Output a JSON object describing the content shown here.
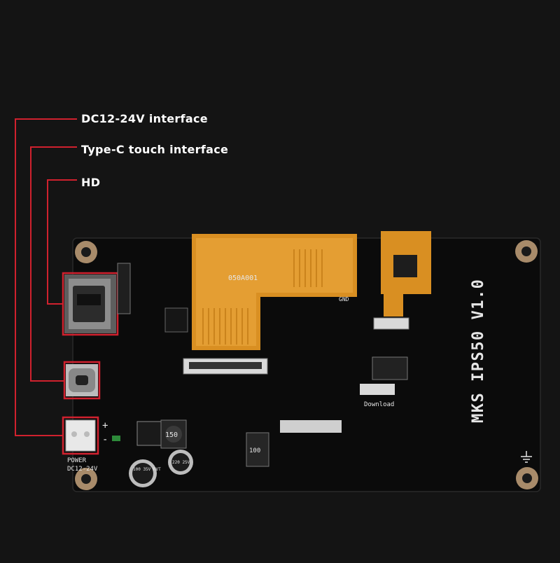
{
  "callouts": {
    "dc_power": "DC12-24V interface",
    "type_c": "Type-C touch interface",
    "hd": "HD"
  },
  "board": {
    "model": "MKS IPS50 V1.0",
    "fpc_code": "050A001",
    "silk_power": "POWER",
    "silk_dc": "DC12-24V",
    "silk_download": "Download",
    "silk_gnd": "GND",
    "silk_plus": "+",
    "silk_minus": "-",
    "inductor_main": "150",
    "inductor_2": "100",
    "cap_1": "100 35V RVT",
    "cap_2": "220 25V"
  },
  "colors": {
    "background": "#141414",
    "pcb": "#0b0b0b",
    "callout_line": "#d0212e",
    "fpc_orange": "#e09a2c",
    "silk": "#e6e6e6",
    "mount_hole": "#b89a78"
  }
}
